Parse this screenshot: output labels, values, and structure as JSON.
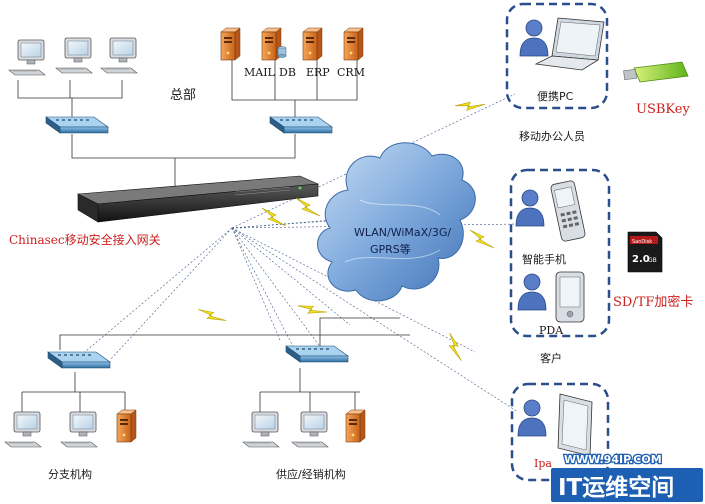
{
  "labels": {
    "hq": "总部",
    "mail": "MAIL",
    "db": "DB",
    "erp": "ERP",
    "crm": "CRM",
    "gateway": "Chinasec移动安全接入网关",
    "cloud_line1": "WLAN/WiMaX/3G/",
    "cloud_line2": "GPRS等",
    "laptop": "便携PC",
    "mobile_staff": "移动办公人员",
    "usbkey": "USBKey",
    "smartphone": "智能手机",
    "pda": "PDA",
    "customer": "客户",
    "sdcard": "SD/TF加密卡",
    "sd_capacity": "2.0",
    "sd_unit": "GB",
    "sd_brand": "SanDisk",
    "branch": "分支机构",
    "supply": "供应/经销机构",
    "ipad_partial": "Ipa"
  },
  "watermark": {
    "url": "WWW.94IP.COM",
    "text": "IT运维空间"
  },
  "colors": {
    "accent_red": "#cc1f1f",
    "dashed_border": "#2b4e8c",
    "cloud": "#6f9fd6",
    "lightning": "#f2e21a",
    "switch": "#3f7fb0",
    "server": "#e7832c",
    "watermark_bg": "#1d5fb3"
  }
}
